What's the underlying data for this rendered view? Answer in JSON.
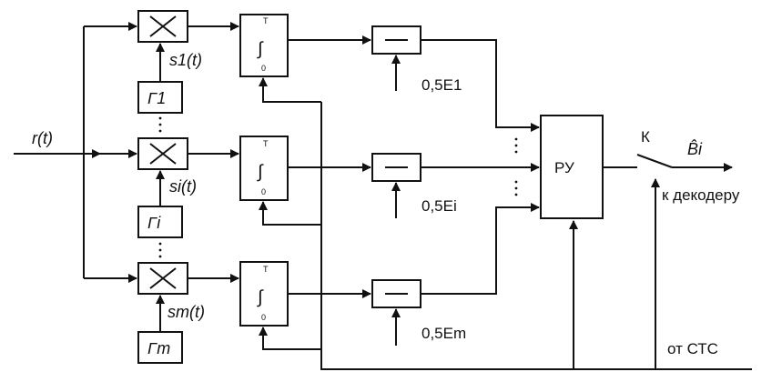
{
  "labels": {
    "input": "r(t)",
    "s1": "s1(t)",
    "si": "si(t)",
    "sm": "sm(t)",
    "g1": "Γ1",
    "gi": "Γi",
    "gm": "Γm",
    "th1": "0,5E1",
    "thi": "0,5Ei",
    "thm": "0,5Em",
    "ru": "РУ",
    "switch": "К",
    "out": "B̂i",
    "to_decoder": "к декодеру",
    "from_sts": "от СТС",
    "int_upper": "T",
    "int_lower": "0"
  }
}
